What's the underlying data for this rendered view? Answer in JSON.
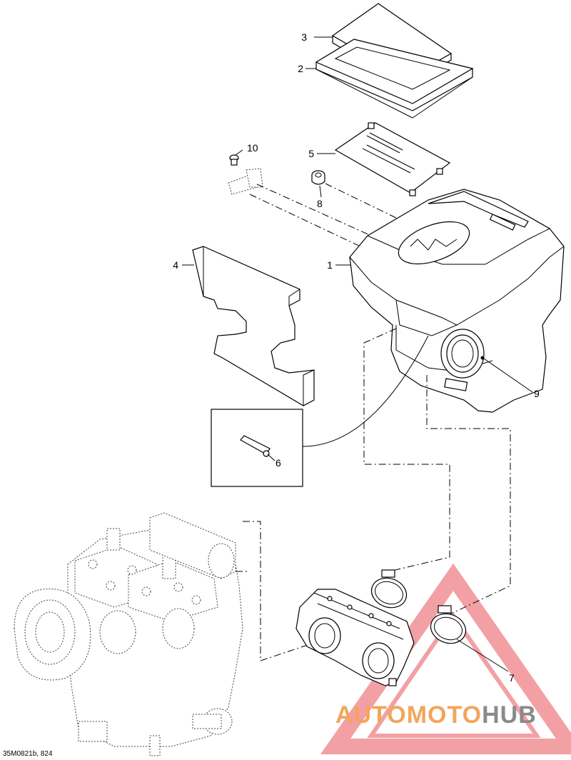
{
  "diagram": {
    "reference_code": "35M0821b, 824",
    "callouts": [
      {
        "id": "callout-1",
        "label": "1"
      },
      {
        "id": "callout-2",
        "label": "2"
      },
      {
        "id": "callout-3",
        "label": "3"
      },
      {
        "id": "callout-4",
        "label": "4"
      },
      {
        "id": "callout-5",
        "label": "5"
      },
      {
        "id": "callout-6",
        "label": "6"
      },
      {
        "id": "callout-7",
        "label": "7"
      },
      {
        "id": "callout-8",
        "label": "8"
      },
      {
        "id": "callout-9",
        "label": "9"
      },
      {
        "id": "callout-10",
        "label": "10"
      }
    ]
  },
  "watermark": {
    "part1": "AUTO",
    "part2": "MOTO",
    "part3": "HUB",
    "color_orange": "#f2a65a",
    "color_gray": "#8a8a8a",
    "triangle_color": "#e8545a"
  },
  "colors": {
    "line": "#000000",
    "background": "#ffffff"
  }
}
